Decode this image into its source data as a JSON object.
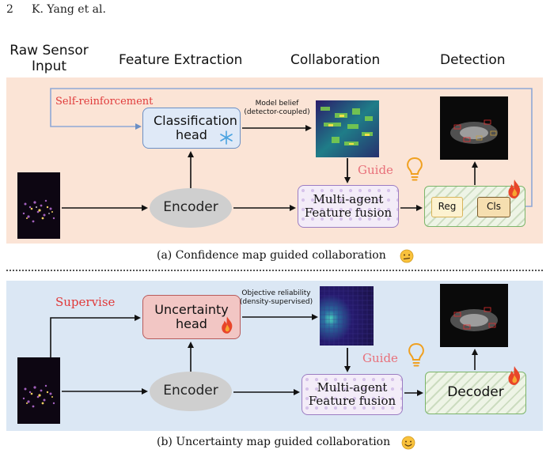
{
  "header": {
    "page_number": "2",
    "authors": "K. Yang et al."
  },
  "columns": {
    "raw_input": "Raw Sensor Input",
    "feature_extraction": "Feature Extraction",
    "collaboration": "Collaboration",
    "detection": "Detection"
  },
  "panel_a": {
    "self_reinforcement": "Self-reinforcement",
    "classification_head": "Classification head",
    "model_belief": "Model belief (detector-coupled)",
    "guide": "Guide",
    "encoder": "Encoder",
    "fusion": "Multi-agent Feature fusion",
    "reg": "Reg",
    "cls": "Cls",
    "caption": "(a) Confidence map guided collaboration"
  },
  "panel_b": {
    "supervise": "Supervise",
    "uncertainty_head": "Uncertainty head",
    "objective_reliability": "Objective reliability (density-supervised)",
    "guide": "Guide",
    "encoder": "Encoder",
    "fusion": "Multi-agent Feature fusion",
    "decoder": "Decoder",
    "caption": "(b) Uncertainty map guided collaboration"
  },
  "icons": {
    "emoji_a": "confused-face-icon",
    "emoji_b": "smiling-face-icon",
    "snowflake": "snowflake-icon",
    "flame": "flame-icon",
    "lightbulb": "lightbulb-icon"
  },
  "colors": {
    "panel_a_bg": "#fbe4d6",
    "panel_b_bg": "#dbe7f4",
    "red_label": "#e03a3a",
    "guide": "#e8707a"
  }
}
